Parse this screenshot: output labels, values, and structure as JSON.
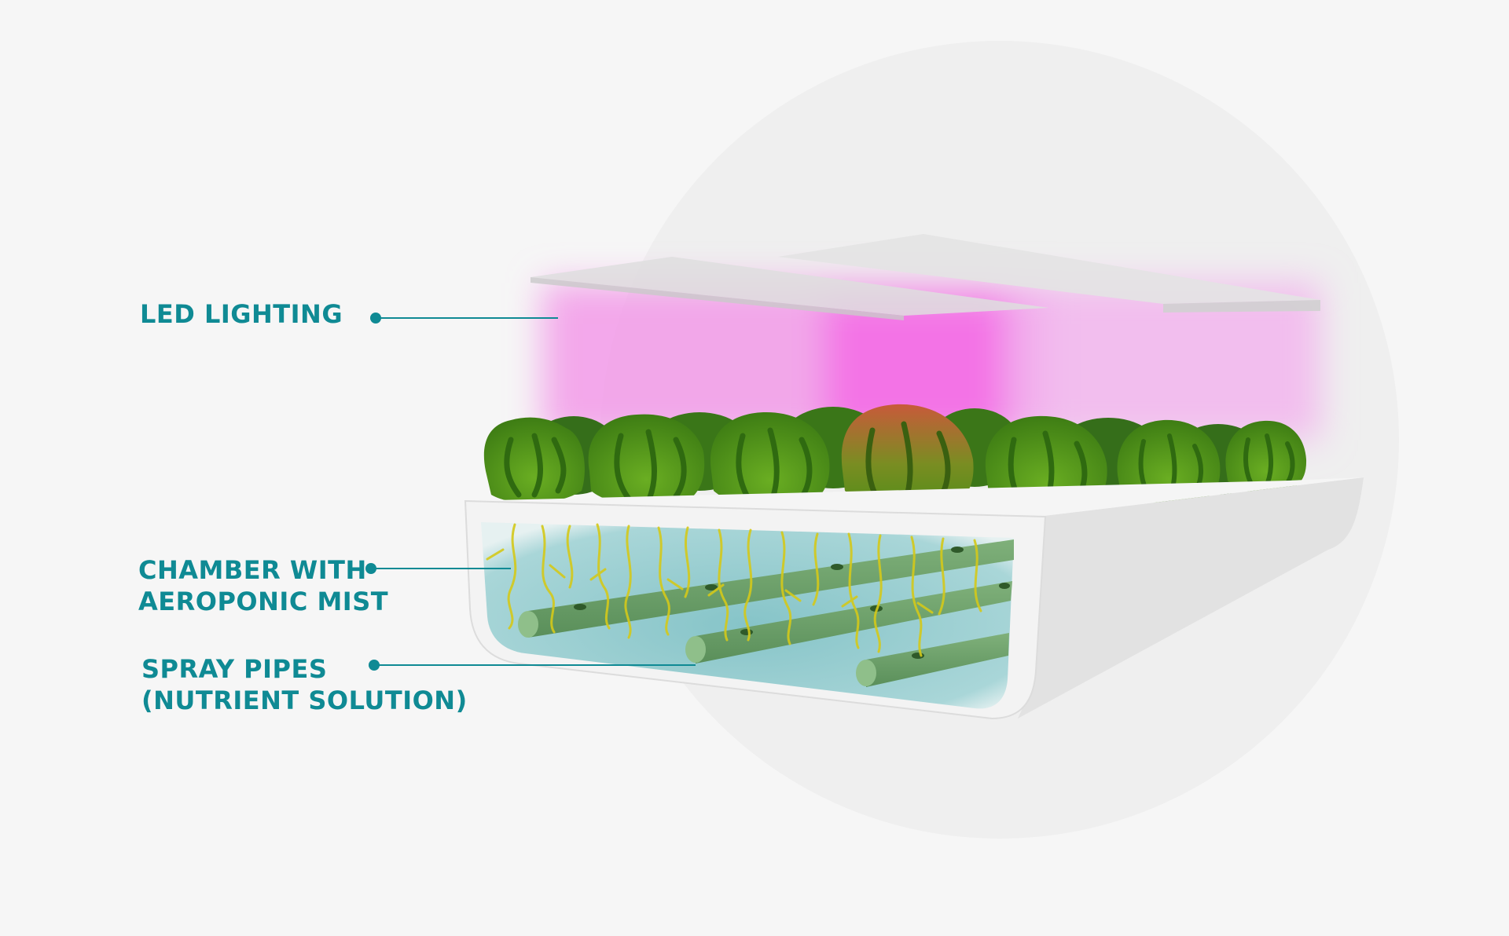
{
  "labels": {
    "led_lighting": "LED LIGHTING",
    "chamber_line1": "CHAMBER WITH",
    "chamber_line2": "AEROPONIC MIST",
    "spray_line1": "SPRAY PIPES",
    "spray_line2": "(NUTRIENT SOLUTION)"
  },
  "colors": {
    "background": "#f6f6f6",
    "circle": "#efefef",
    "label_teal": "#0f8a94",
    "led_pink": "#f06ae0",
    "lettuce_green": "#5a9a1e",
    "water_blue": "#8fc7cc",
    "pipe_green": "#6b9e6a",
    "root_yellow": "#c9c21a"
  }
}
